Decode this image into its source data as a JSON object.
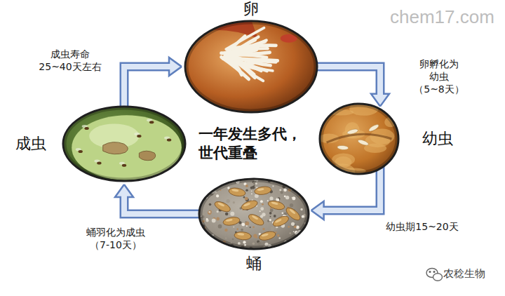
{
  "diagram": {
    "nodes": [
      {
        "text": [
          "卵"
        ]
      },
      {
        "text": [
          "幼虫"
        ]
      },
      {
        "text": [
          "蛹"
        ]
      },
      {
        "text": [
          "成虫"
        ]
      }
    ],
    "edges": [
      {
        "from": 0,
        "to": 1,
        "arrow": "to",
        "label": "卵孵化为 幼虫（5~8天）"
      },
      {
        "from": 1,
        "to": 2,
        "arrow": "to",
        "label": "幼虫期15~20天"
      },
      {
        "from": 2,
        "to": 3,
        "arrow": "to",
        "label": "蛹羽化为成虫 （7-10天）"
      },
      {
        "from": 3,
        "to": 0,
        "arrow": "to",
        "label": "成虫寿命 25~40天左右"
      }
    ],
    "labels": [
      "一年发生多代， 世代重叠",
      "chem17.com",
      "农稔生物"
    ]
  }
}
